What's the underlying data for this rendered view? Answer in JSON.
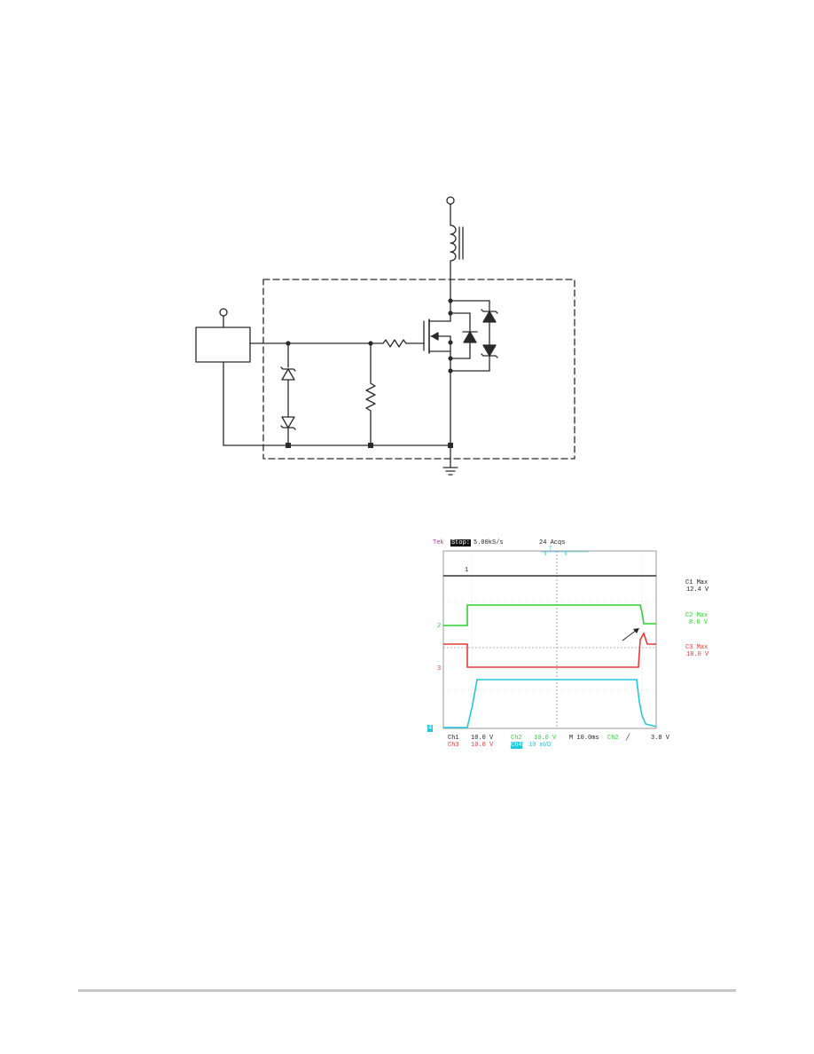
{
  "colors": {
    "ch1": "#303030",
    "ch2": "#2fd12f",
    "ch3": "#e83a3a",
    "ch4": "#22c8dc",
    "magenta": "#d020c0",
    "grid": "#9a9a9a"
  },
  "scope": {
    "header": {
      "brand": "Tek",
      "mode": "Stop:",
      "rate": "5.00kS/s",
      "acqs": "24 Acqs",
      "trigger_marker": "T"
    },
    "markers": {
      "ch1": "1",
      "ch2": "2",
      "ch3": "3",
      "ch4": "4"
    },
    "readouts": {
      "c1_label": "C1 Max",
      "c1_value": "12.4 V",
      "c2_label": "C2 Max",
      "c2_value": "8.6 V",
      "c3_label": "C3 Max",
      "c3_value": "18.0 V"
    },
    "footer": {
      "ch1": "Ch1",
      "ch1_scale": "10.0 V",
      "ch2": "Ch2",
      "ch2_scale": "10.0 V",
      "timebase": "M 10.0ms",
      "trig_src": "Ch2",
      "trig_slope": "╱",
      "trig_level": "3.8 V",
      "ch3": "Ch3",
      "ch3_scale": "10.0 V",
      "ch4": "Ch4",
      "ch4_scale": "10 mVΩ"
    }
  }
}
